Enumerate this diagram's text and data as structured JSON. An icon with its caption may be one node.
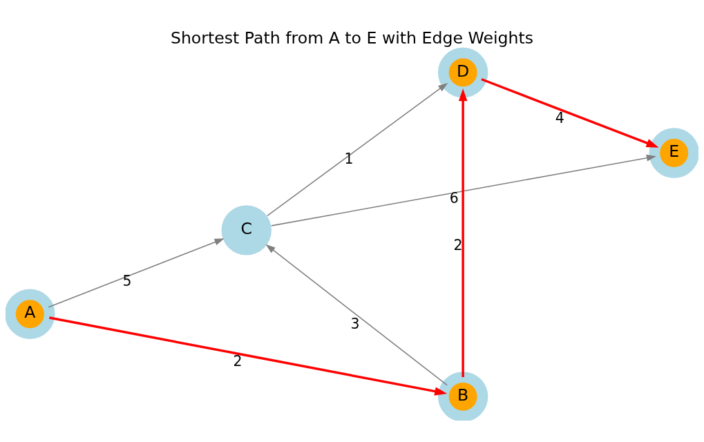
{
  "diagram": {
    "title": "Shortest Path from A to E with Edge Weights",
    "nodes": [
      {
        "text": [
          "D"
        ]
      },
      {
        "text": [
          "E"
        ]
      },
      {
        "text": [
          "C"
        ]
      },
      {
        "text": [
          "B"
        ]
      },
      {
        "text": [
          "A"
        ]
      }
    ],
    "edges": [
      {
        "from": 4,
        "to": 2,
        "arrow": "to",
        "label": "5"
      },
      {
        "from": 4,
        "to": 3,
        "arrow": "to",
        "label": "2",
        "style": "thick",
        "color": "#ff0000"
      },
      {
        "from": 3,
        "to": 2,
        "arrow": "to",
        "label": "3"
      },
      {
        "from": 3,
        "to": 0,
        "arrow": "to",
        "label": "2",
        "style": "thick",
        "color": "#ff0000"
      },
      {
        "from": 2,
        "to": 0,
        "arrow": "to",
        "label": "1"
      },
      {
        "from": 2,
        "to": 1,
        "arrow": "to",
        "label": "6"
      },
      {
        "from": 0,
        "to": 1,
        "arrow": "to",
        "label": "4",
        "style": "thick",
        "color": "#ff0000"
      }
    ]
  }
}
